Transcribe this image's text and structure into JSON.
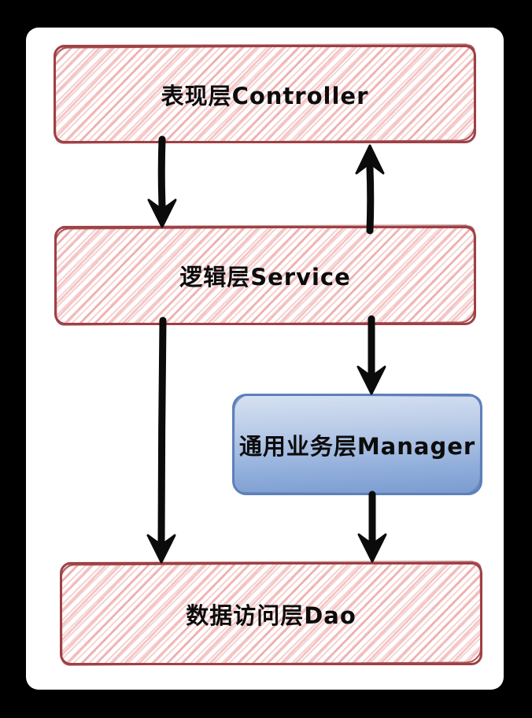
{
  "diagram": {
    "title": "layered-architecture",
    "nodes": [
      {
        "id": "controller",
        "label": "表现层Controller",
        "style": "red-hatched"
      },
      {
        "id": "service",
        "label": "逻辑层Service",
        "style": "red-hatched"
      },
      {
        "id": "manager",
        "label": "通用业务层Manager",
        "style": "blue-gradient"
      },
      {
        "id": "dao",
        "label": "数据访问层Dao",
        "style": "red-hatched"
      }
    ],
    "edges": [
      {
        "from": "controller",
        "to": "service",
        "arrow": "down"
      },
      {
        "from": "service",
        "to": "controller",
        "arrow": "up"
      },
      {
        "from": "service",
        "to": "dao",
        "arrow": "down"
      },
      {
        "from": "service",
        "to": "manager",
        "arrow": "down"
      },
      {
        "from": "manager",
        "to": "dao",
        "arrow": "down"
      }
    ],
    "colors": {
      "canvas_background": "#000000",
      "page_background": "#ffffff",
      "red_border": "#9e4145",
      "red_hatch": "#ee9898",
      "blue_border": "#5d80b8",
      "blue_gradient_top": "#d6e1f2",
      "blue_gradient_bottom": "#7b9cd0",
      "arrow": "#0b0b0b",
      "label_text": "#0c0c0c"
    }
  }
}
